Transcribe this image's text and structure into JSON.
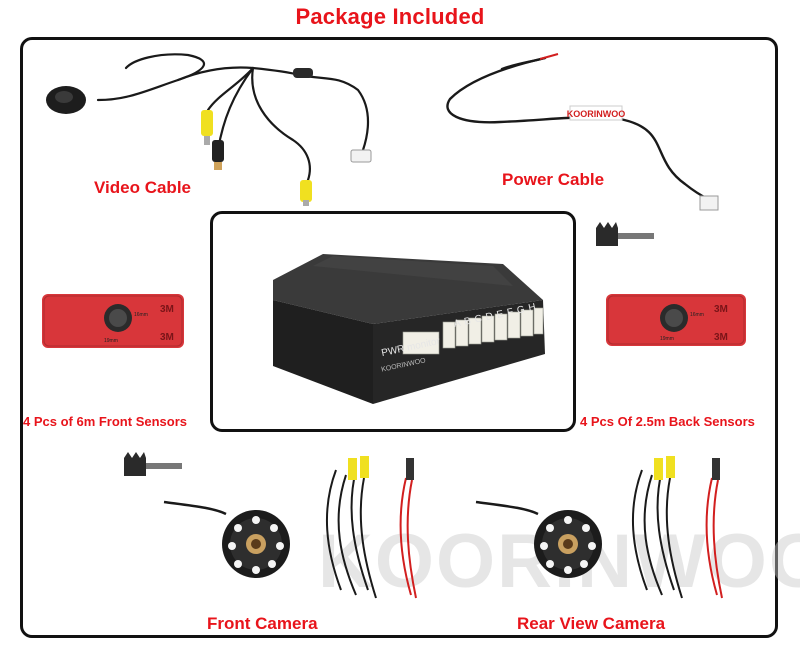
{
  "title": "Package Included",
  "labels": {
    "video_cable": "Video Cable",
    "power_cable": "Power Cable",
    "front_sensors": "4 Pcs of 6m Front Sensors",
    "back_sensors": "4 Pcs Of 2.5m Back Sensors",
    "front_camera": "Front Camera",
    "rear_camera": "Rear View Camera"
  },
  "control_box": {
    "model_label": "PWR monitor",
    "channels": [
      "A",
      "B",
      "C",
      "D",
      "E",
      "F",
      "G",
      "H"
    ]
  },
  "sensor_sticker": {
    "brand": "3M",
    "dim_vertical": "16mm",
    "dim_horizontal": "19mm"
  },
  "brand_tag": "KOORINWOO",
  "watermark": "KOORINWOO",
  "colors": {
    "label_red": "#e8141b",
    "sticker_red": "#d8363a",
    "cable_black": "#1a1a1a",
    "rca_yellow": "#f0e020",
    "wire_red": "#d21f1f"
  }
}
